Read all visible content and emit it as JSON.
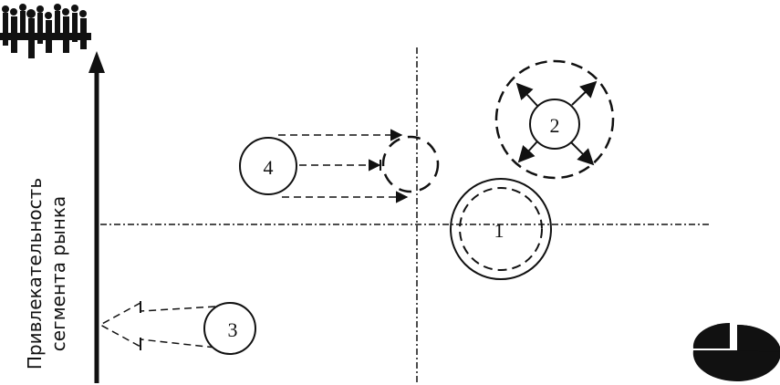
{
  "axis": {
    "y_label_line1": "Привлекательность",
    "y_label_line2": "сегмента рынка"
  },
  "circles": [
    {
      "id": "1",
      "label": "1"
    },
    {
      "id": "2",
      "label": "2"
    },
    {
      "id": "3",
      "label": "3"
    },
    {
      "id": "4",
      "label": "4"
    }
  ],
  "icons": {
    "top_left": "crowd-icon",
    "bottom_right": "pie-chart-icon"
  },
  "colors": {
    "ink": "#111111",
    "background": "#ffffff"
  }
}
